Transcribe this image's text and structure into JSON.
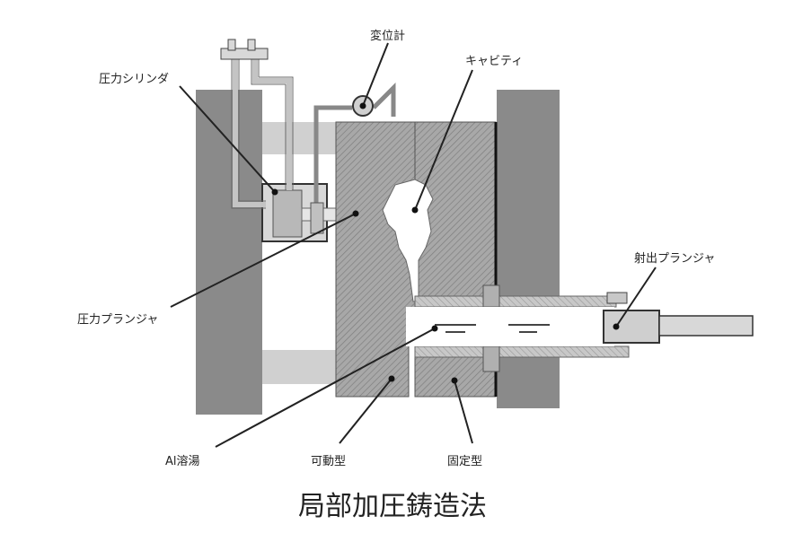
{
  "labels": {
    "displacement_meter": "変位計",
    "cavity": "キャビティ",
    "pressure_cylinder": "圧力シリンダ",
    "injection_plunger": "射出プランジャ",
    "pressure_plunger": "圧力プランジャ",
    "al_melt": "Al溶湯",
    "movable_die": "可動型",
    "fixed_die": "固定型"
  },
  "caption": "局部加圧鋳造法",
  "colors": {
    "platen": "#8a8a8a",
    "die": "#9c9c9c",
    "light": "#d2d2d2",
    "line": "#222222"
  }
}
